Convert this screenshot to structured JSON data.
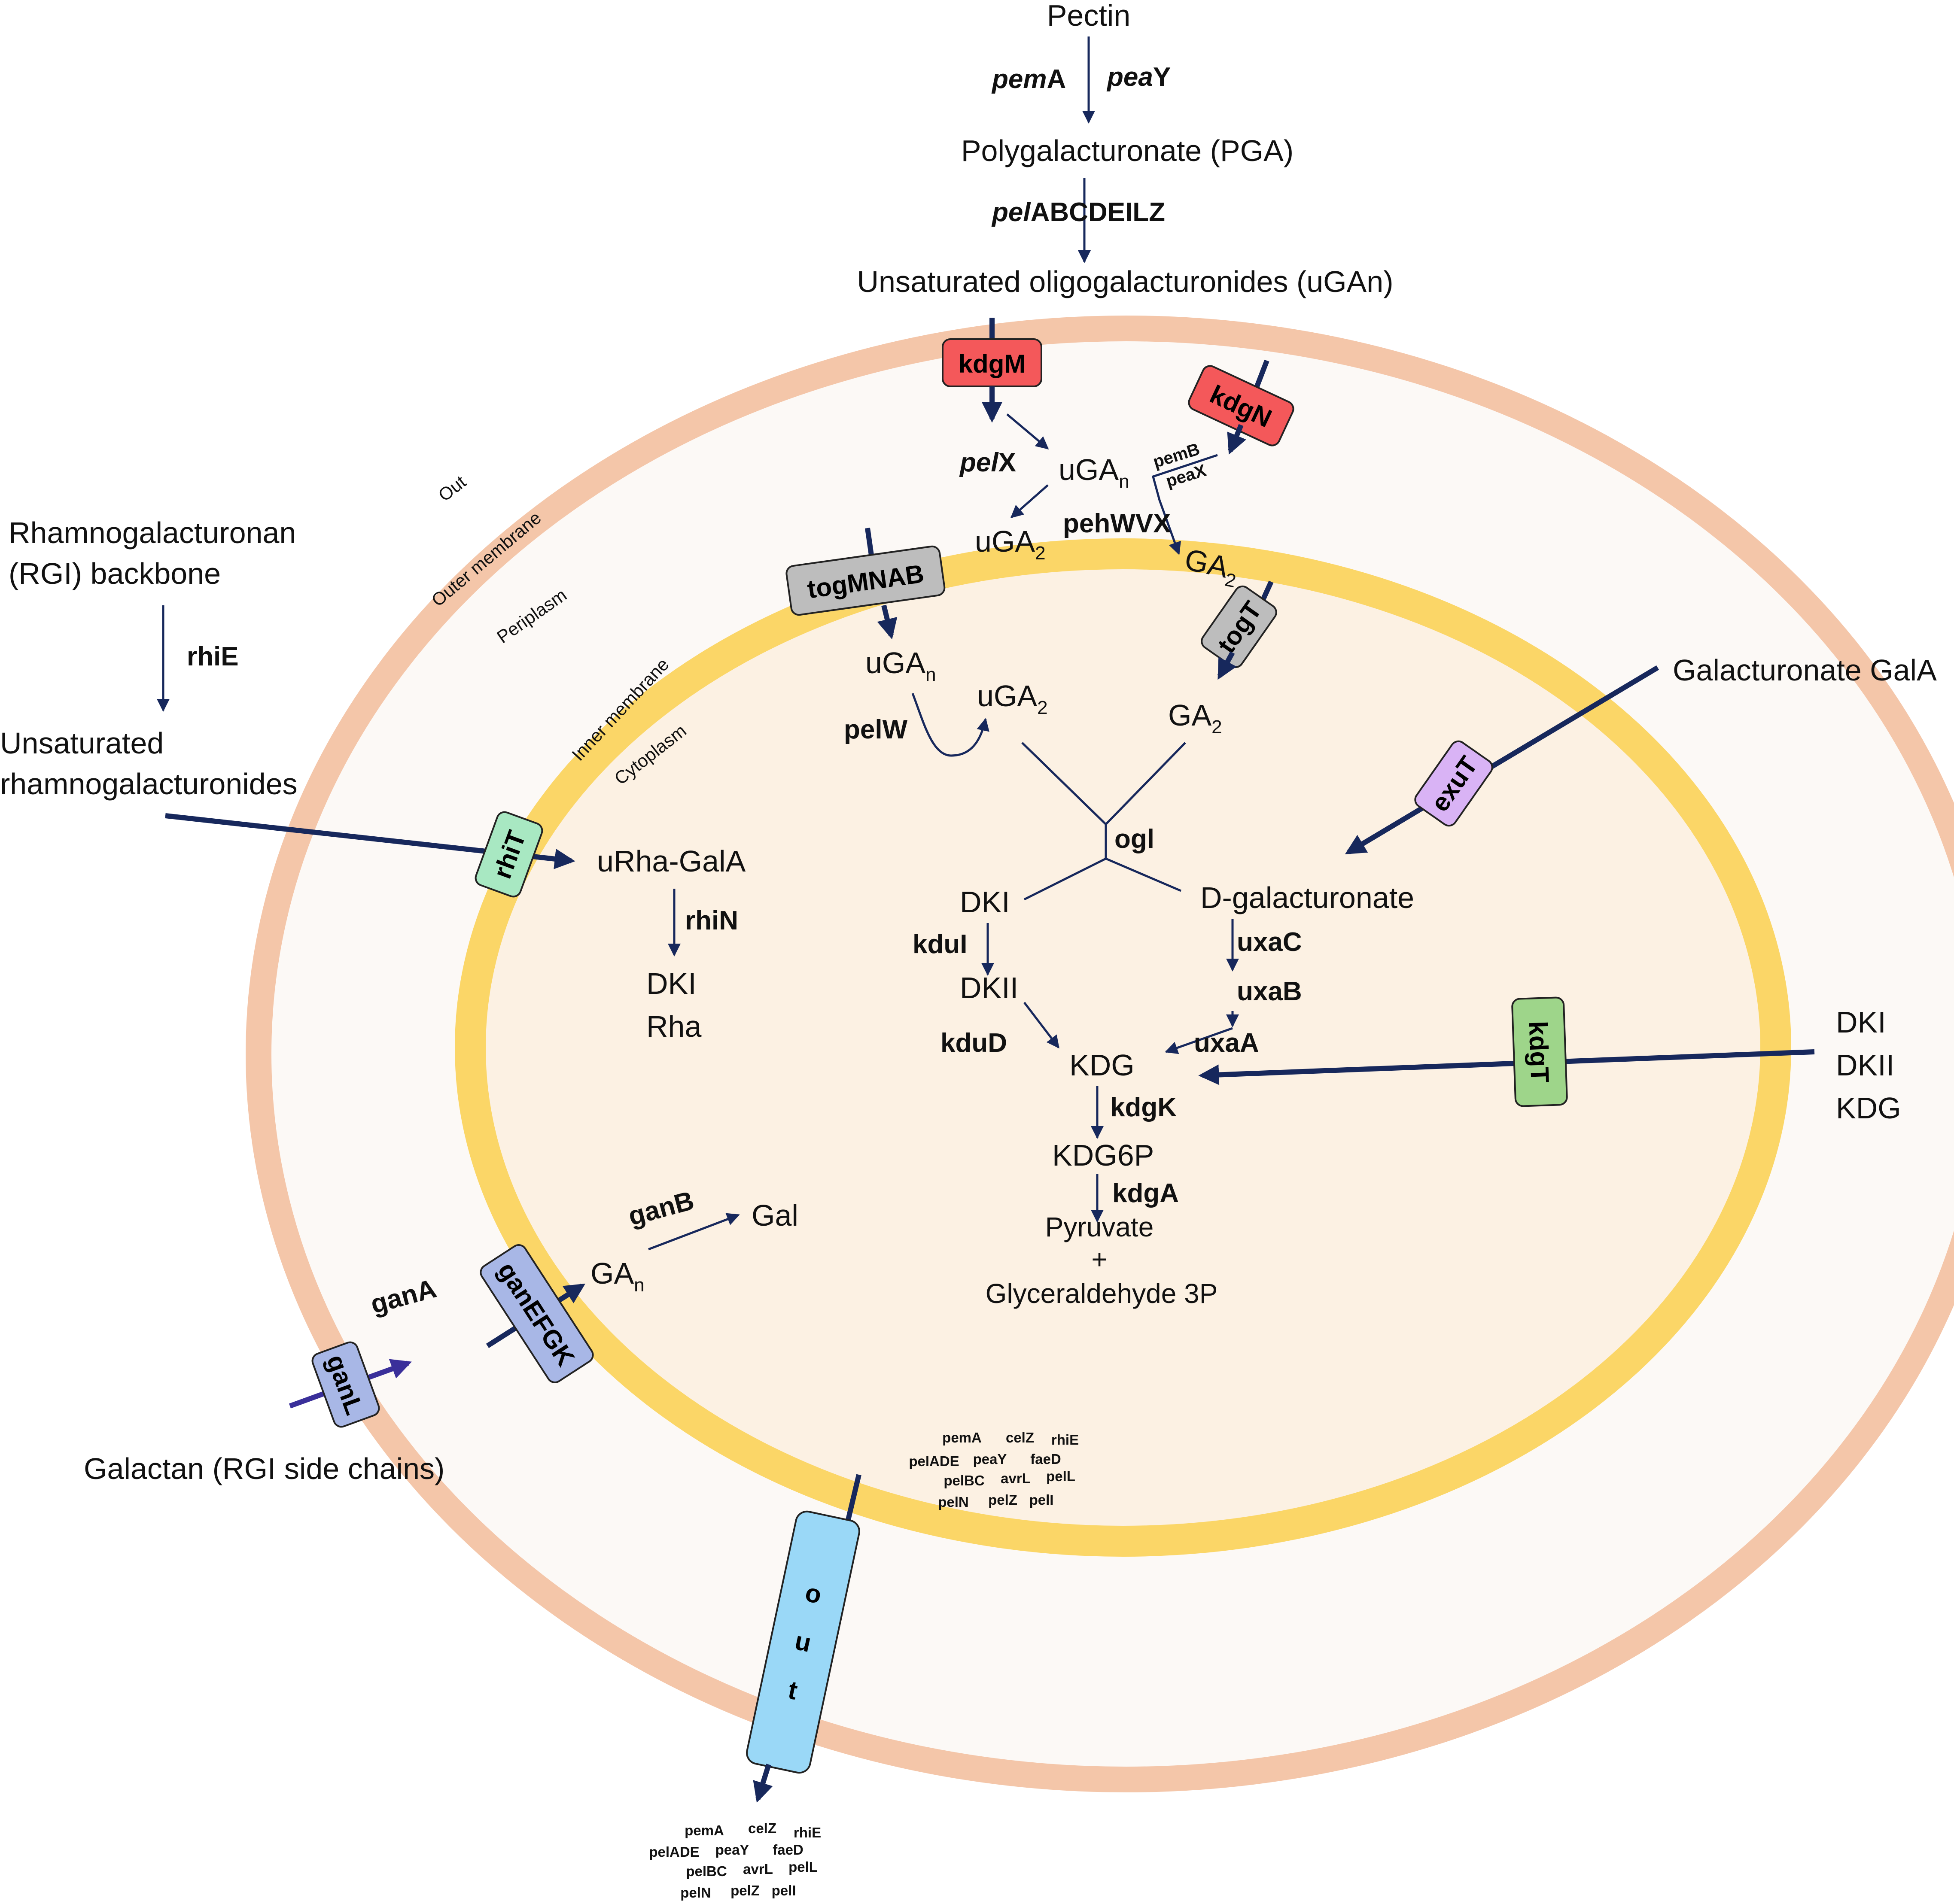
{
  "colors": {
    "outer_membrane": "#f4c6a9",
    "periplasm": "#fcf9f6",
    "inner_membrane": "#fbd667",
    "cytoplasm": "#fcf1e3",
    "arrow": "#17285c",
    "galactan_arrow": "#3a2f9a",
    "kdg_red": "#f4585a",
    "tog_gray": "#bdbdbd",
    "exu_purple": "#d9b3f5",
    "kdgT_green": "#9ed58a",
    "rhiT_green": "#a8e8c2",
    "gan_blue": "#a8b7e6",
    "out_cyan": "#9ad8f7"
  },
  "compartments": {
    "out": "Out",
    "outer_membrane": "Outer membrane",
    "periplasm": "Periplasm",
    "inner_membrane": "Inner membrane",
    "cytoplasm": "Cytoplasm"
  },
  "extracellular": {
    "pectin": "Pectin",
    "pemA_italic": "pem",
    "pemA_rest": "A",
    "peaY_italic": "pea",
    "peaY_rest": "Y",
    "pga": "Polygalacturonate (PGA)",
    "pel_italic": "pel",
    "pel_rest": "ABCDEILZ",
    "ugan_ext": "Unsaturated oligogalacturonides (uGAn)",
    "rgi_line1": "Rhamnogalacturonan",
    "rgi_line2": "(RGI) backbone",
    "rhiE": "rhiE",
    "urha_line1": "Unsaturated",
    "urha_line2": "rhamnogalacturonides",
    "galA_ext": "Galacturonate GalA",
    "dki_ext": "DKI",
    "dkii_ext": "DKII",
    "kdg_ext": "KDG",
    "galactan": "Galactan (RGI side chains)"
  },
  "transporters": {
    "kdgM": "kdgM",
    "kdgN": "kdgN",
    "togMNAB": "togMNAB",
    "togT": "togT",
    "exuT": "exuT",
    "kdgT": "kdgT",
    "rhiT": "rhiT",
    "ganEFGK": "ganEFGK",
    "ganL": "ganL",
    "out_o": "o",
    "out_u": "u",
    "out_t": "t"
  },
  "periplasm_pathway": {
    "pelX_italic": "pel",
    "pelX_rest": "X",
    "ugan_base": "uGA",
    "ugan_sub": "n",
    "uga2_base": "uGA",
    "uga2_sub": "2",
    "pemB": "pemB",
    "peaX": "peaX",
    "pehWVX": "pehWVX",
    "ga2_base": "GA",
    "ga2_sub": "2",
    "ganA": "ganA"
  },
  "cytoplasm_pathway": {
    "ugan_base": "uGA",
    "ugan_sub": "n",
    "pelW": "pelW",
    "uga2_base": "uGA",
    "uga2_sub": "2",
    "ga2_base": "GA",
    "ga2_sub": "2",
    "ogl": "ogl",
    "dki": "DKI",
    "dgalacturonate": "D-galacturonate",
    "kduI": "kduI",
    "uxaC": "uxaC",
    "dkii": "DKII",
    "uxaB": "uxaB",
    "kduD": "kduD",
    "uxaA": "uxaA",
    "kdg": "KDG",
    "kdgK": "kdgK",
    "kdg6p": "KDG6P",
    "kdgA": "kdgA",
    "pyruvate": "Pyruvate",
    "plus": "+",
    "glyceraldehyde": "Glyceraldehyde 3P",
    "urha_gala": "uRha-GalA",
    "rhiN": "rhiN",
    "dki_rha": "DKI",
    "rha": "Rha",
    "gan_base": "GA",
    "gan_sub": "n",
    "ganB": "ganB",
    "gal": "Gal"
  },
  "secreted_inner": {
    "row1": [
      "pemA",
      "celZ",
      "rhiE"
    ],
    "row2": [
      "pelADE",
      "peaY",
      "faeD"
    ],
    "row3": [
      "pelBC",
      "avrL",
      "pelL"
    ],
    "row4": [
      "pelN",
      "pelZ",
      "pelI"
    ]
  },
  "secreted_outer": {
    "row1": [
      "pemA",
      "celZ",
      "rhiE"
    ],
    "row2": [
      "pelADE",
      "peaY",
      "faeD"
    ],
    "row3": [
      "pelBC",
      "avrL",
      "pelL"
    ],
    "row4": [
      "pelN",
      "pelZ",
      "pelI"
    ]
  }
}
